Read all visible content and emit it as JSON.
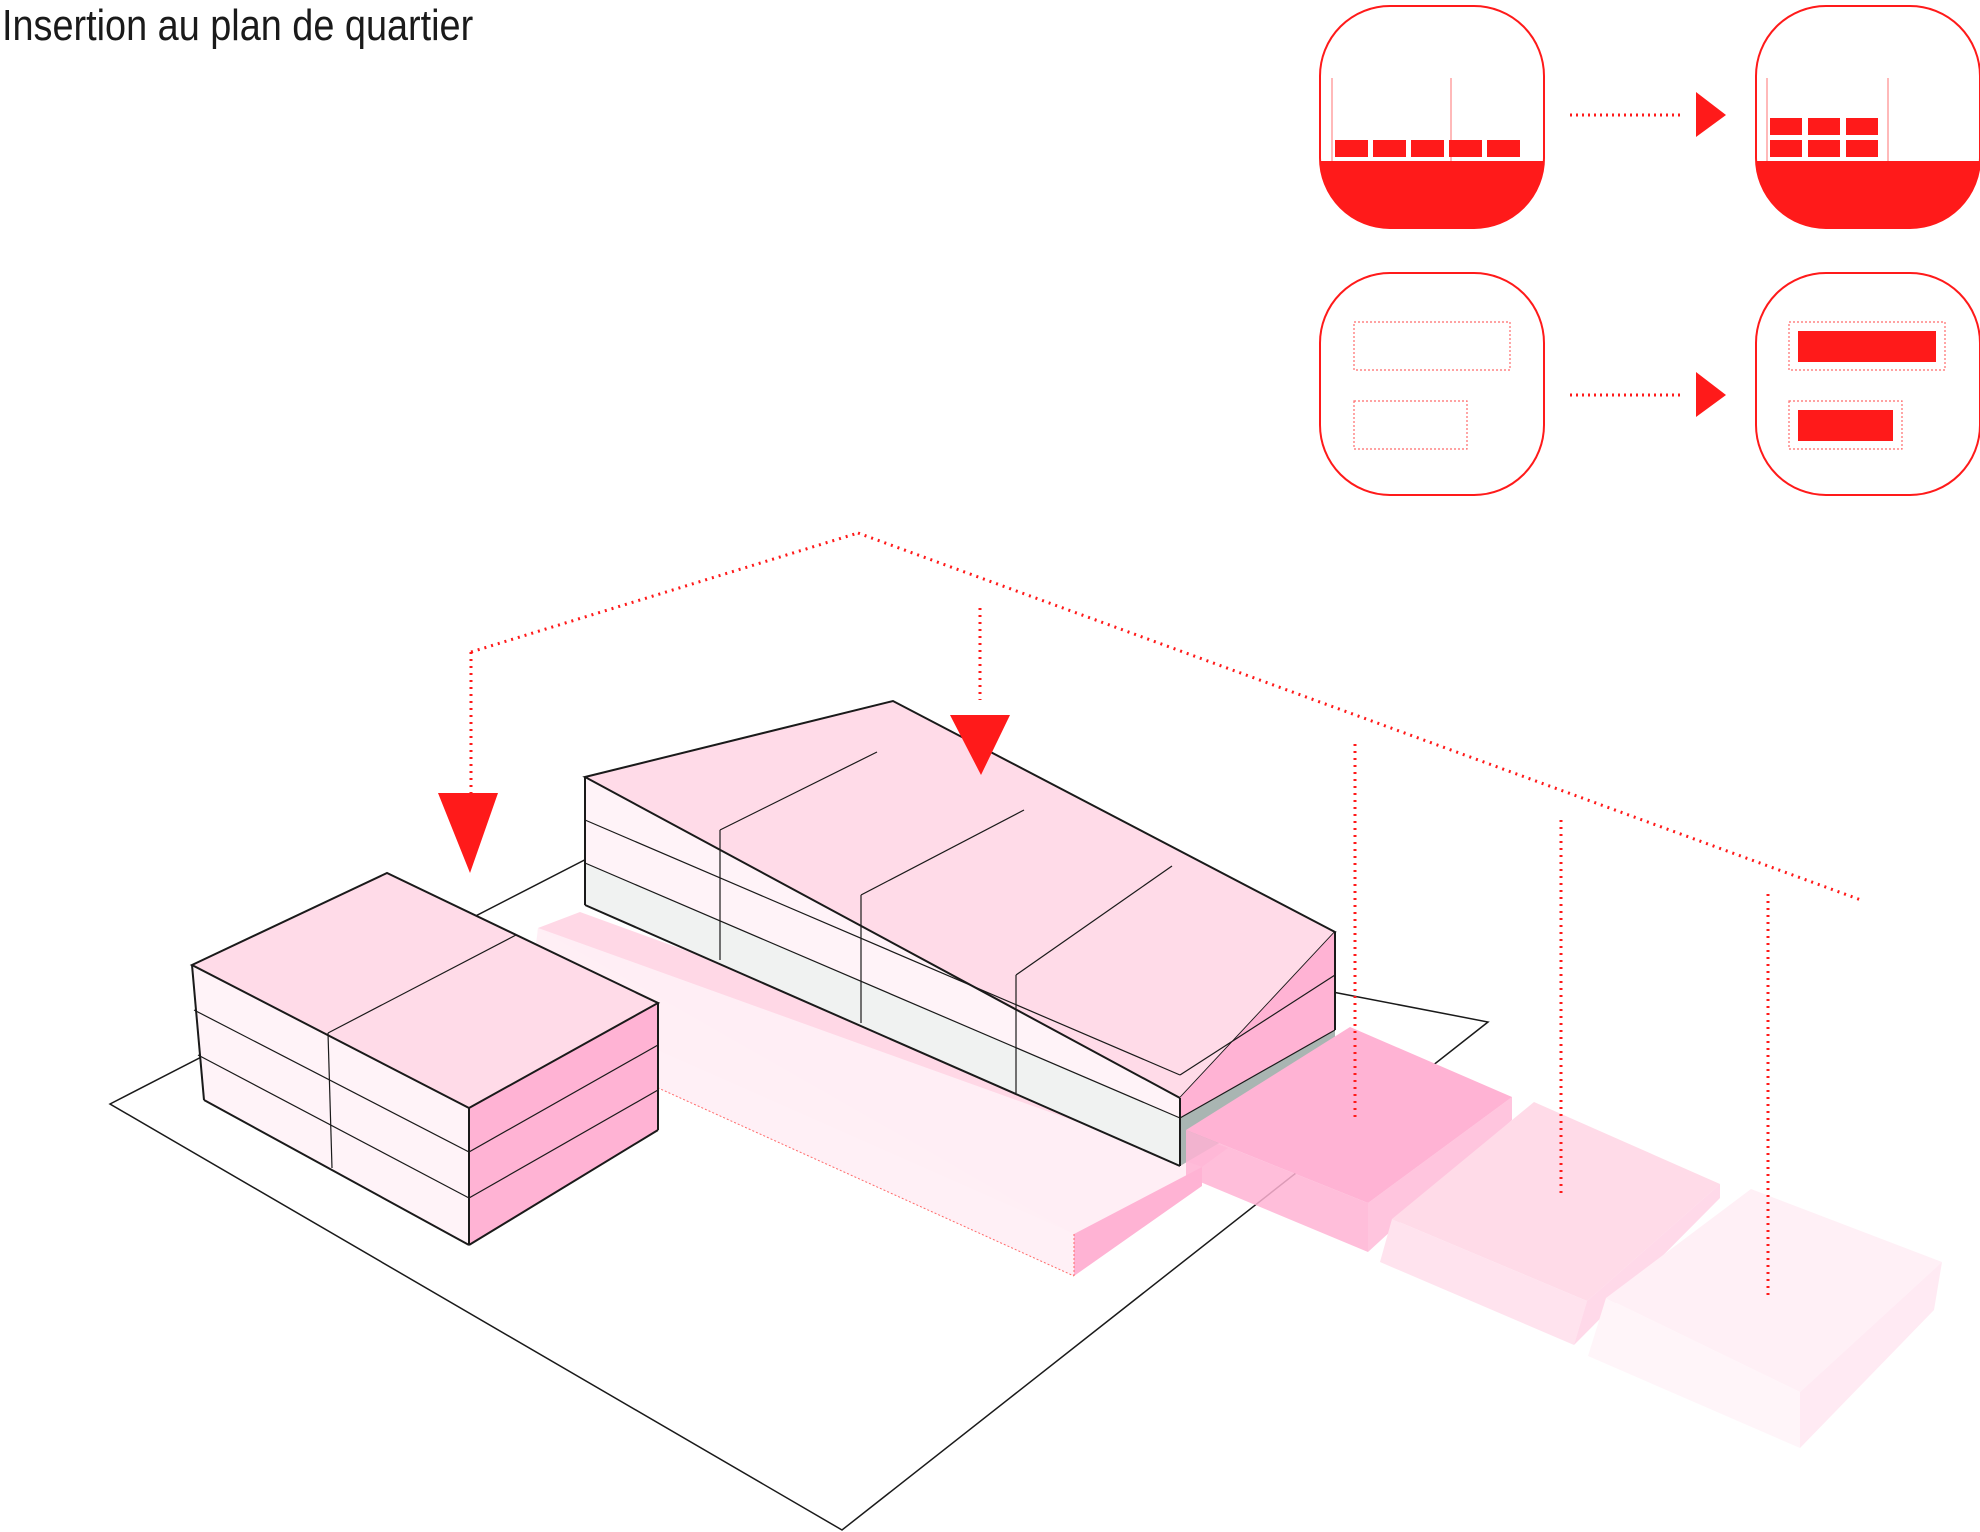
{
  "title": "Insertion au plan de quartier",
  "colors": {
    "accent_red": "#ff1a1a",
    "roof_pink": "#ffdbe8",
    "wall_light_pink": "#fff3f8",
    "wall_dark_pink": "#ffb3d4",
    "ground_floor_grey": "#f0f2f1",
    "ground_floor_dark": "#a9b5b2",
    "podium_pink": "#ffd8e6",
    "outline": "#1a1a1a"
  },
  "legend": {
    "rows": [
      {
        "name": "section-densification",
        "before": "section-low-units",
        "after": "section-stacked-units"
      },
      {
        "name": "plan-consolidation",
        "before": "plan-dotted-footprints",
        "after": "plan-filled-footprints"
      }
    ]
  },
  "diagram": {
    "buildings": [
      "left-block",
      "main-block"
    ],
    "podium_slabs": [
      "slab-1",
      "slab-2",
      "slab-3"
    ],
    "indicators": [
      "arrow-left-block",
      "arrow-main-block"
    ]
  }
}
